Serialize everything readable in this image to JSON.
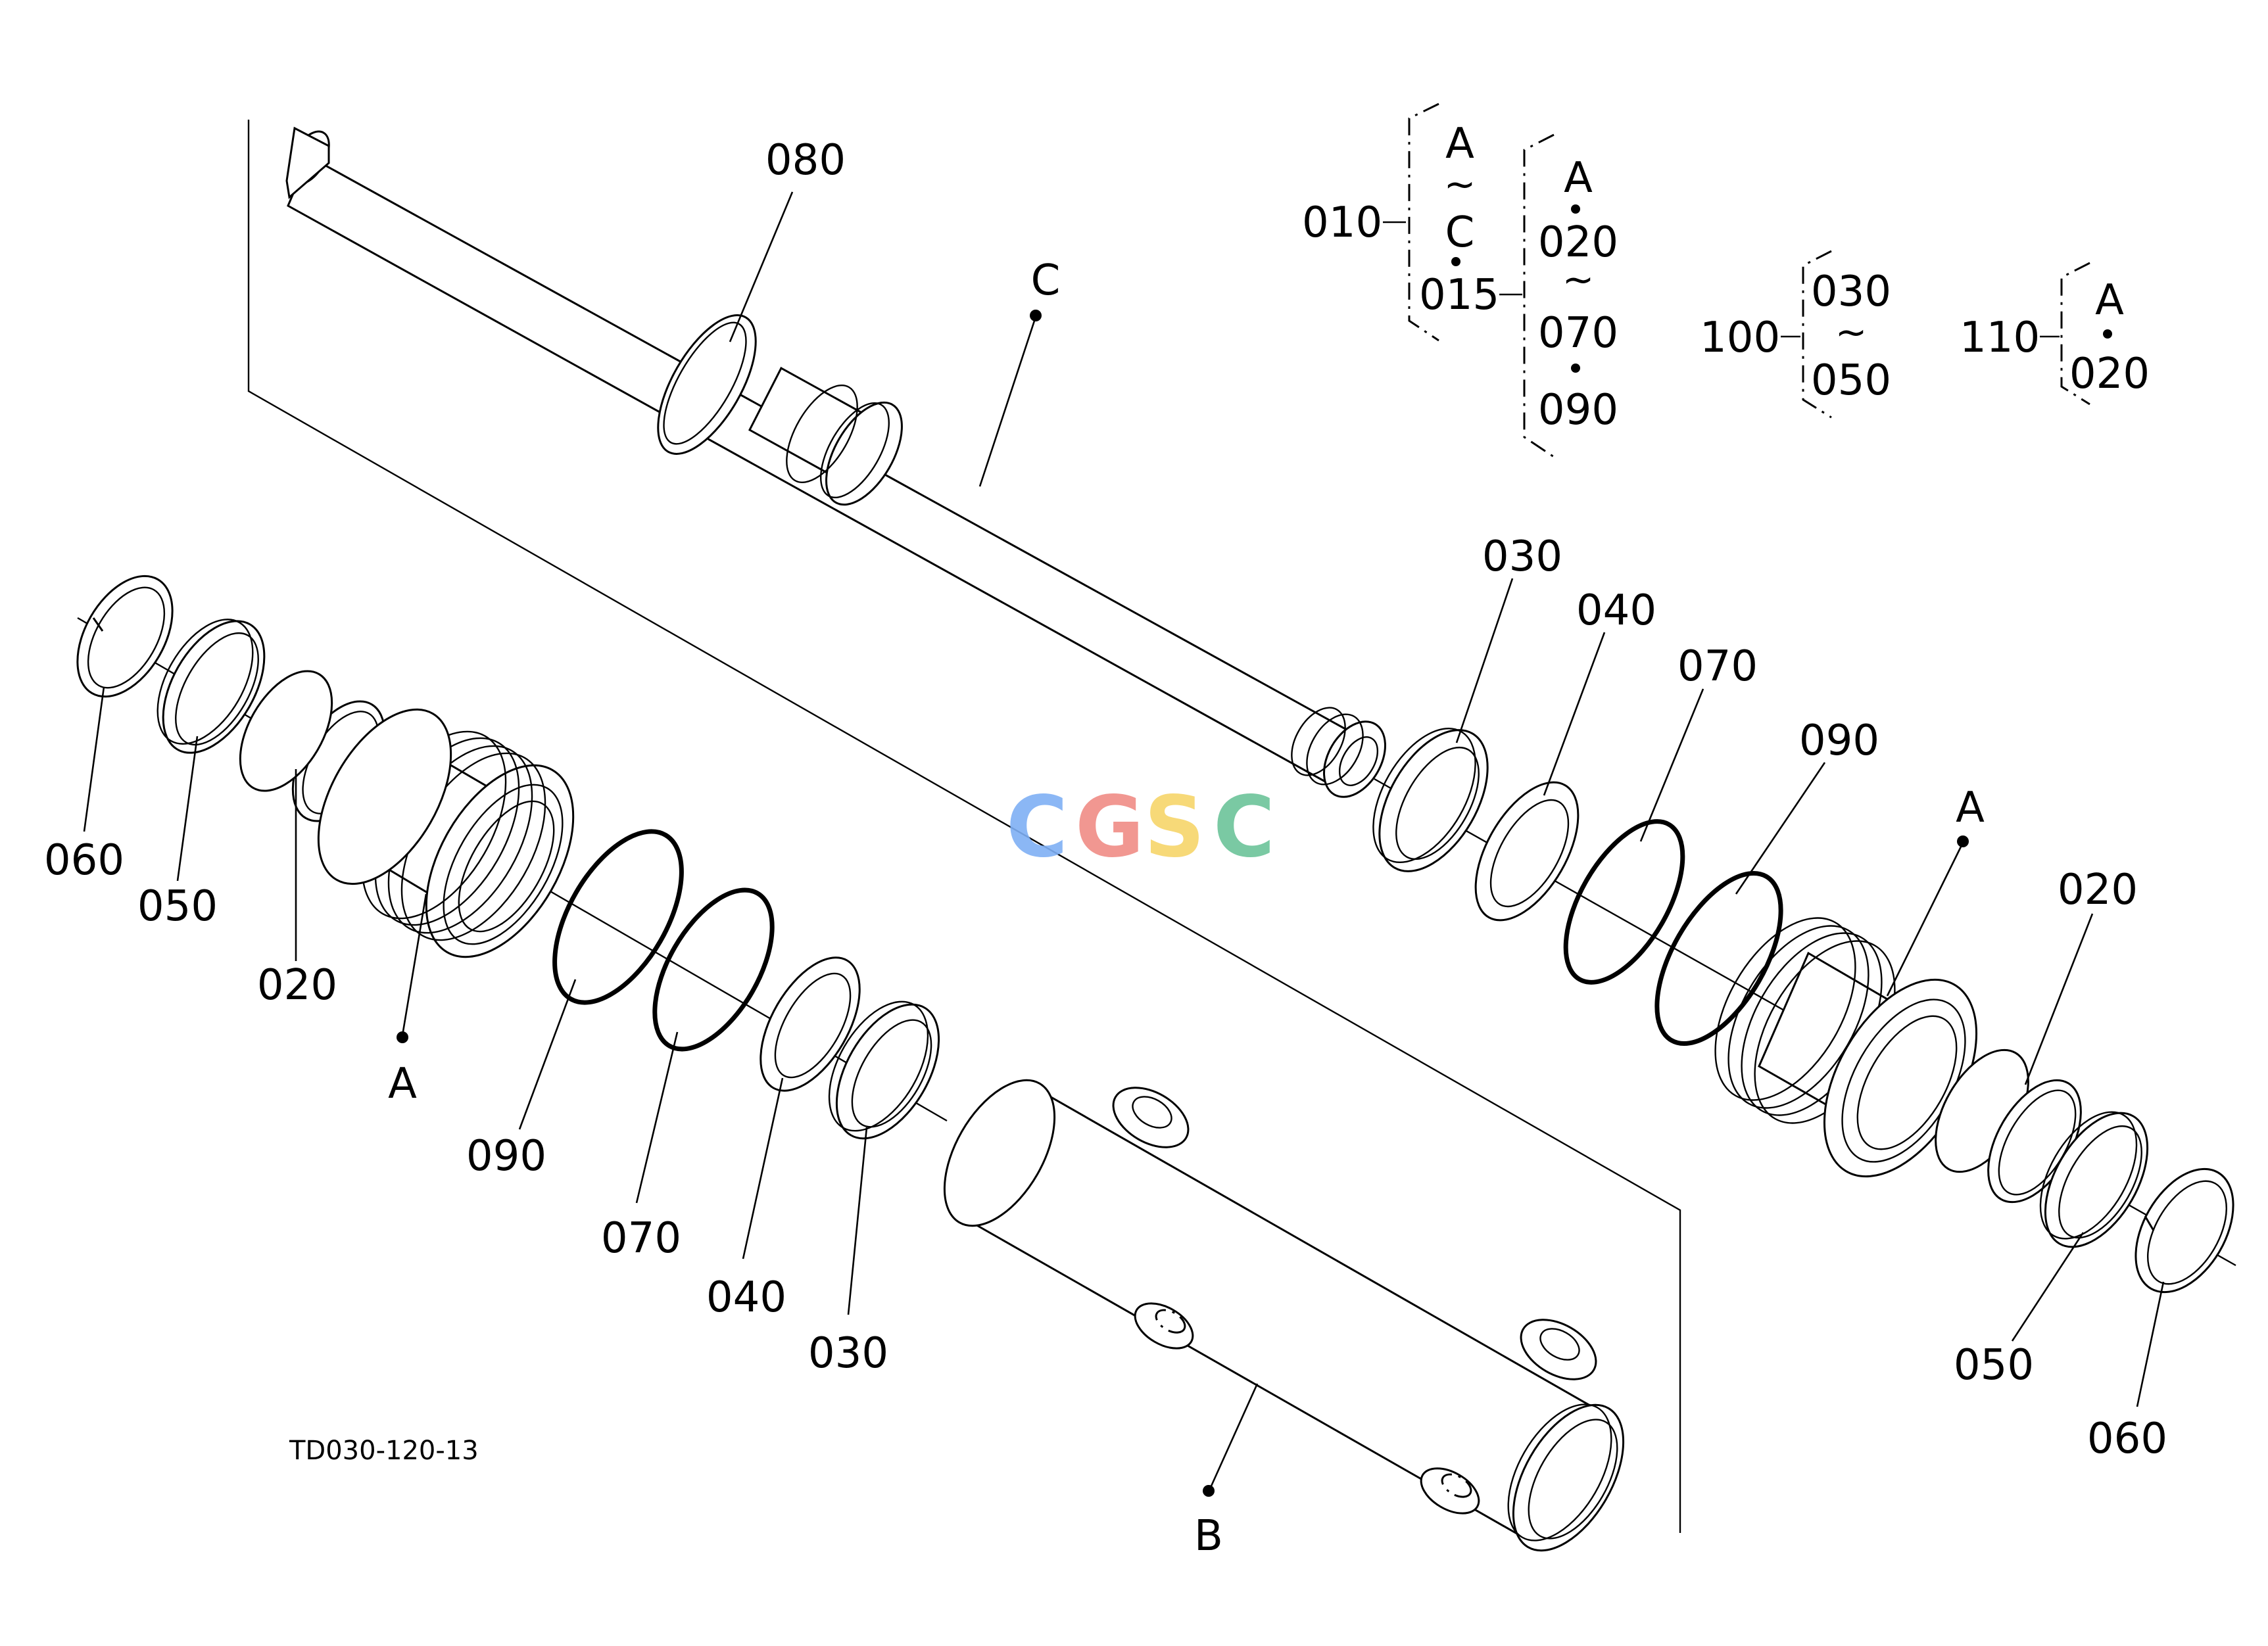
{
  "drawing_code": "TD030-120-13",
  "watermark": {
    "letters": [
      "C",
      "G",
      "S",
      "C"
    ],
    "colors": [
      "#7fb0f5",
      "#f08c86",
      "#f7d56a",
      "#6cc49a"
    ]
  },
  "callouts": {
    "rod_seal": "080",
    "rod": "C",
    "left_snap_ring": "060",
    "left_wiper": "050",
    "left_bushing": "020",
    "left_head": "A",
    "left_backup_ring": "090",
    "left_o_ring": "070",
    "left_washer": "040",
    "left_packing": "030",
    "tube": "B",
    "right_packing": "030",
    "right_washer": "040",
    "right_o_ring": "070",
    "right_backup_ring": "090",
    "right_head": "A",
    "right_bushing": "020",
    "right_wiper": "050",
    "right_snap_ring": "060"
  },
  "legend": {
    "g010": {
      "num": "010",
      "items": [
        "A",
        "C"
      ]
    },
    "g015": {
      "num": "015",
      "items": [
        "A",
        "020",
        "070",
        "090"
      ]
    },
    "g100": {
      "num": "100",
      "items": [
        "030",
        "050"
      ]
    },
    "g110": {
      "num": "110",
      "items": [
        "A",
        "020"
      ]
    },
    "range_mark": "~"
  }
}
